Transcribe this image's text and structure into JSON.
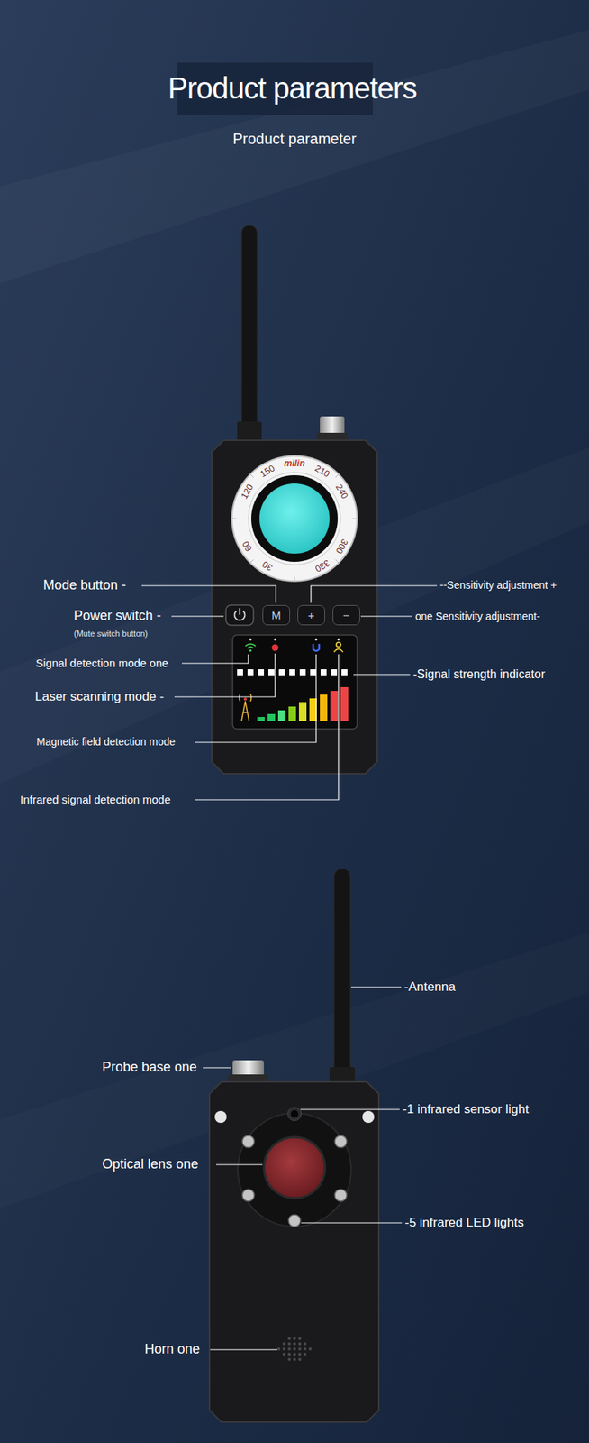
{
  "diagram": {
    "title": "Product parameters",
    "nodes": [
      {
        "text": [
          "M"
        ]
      },
      {
        "text": [
          "+"
        ]
      },
      {
        "text": [
          "−"
        ]
      }
    ],
    "labels": [
      "Product parameter",
      "Mode button -",
      "Power switch -",
      "(Mute switch button)",
      "Signal detection mode one",
      "Laser scanning mode -",
      "Magnetic field detection mode",
      "Infrared signal detection mode",
      "--Sensitivity adjustment +",
      "one Sensitivity adjustment-",
      "-Signal strength indicator",
      "-Antenna",
      "Probe base one",
      "-1 infrared sensor light",
      "Optical lens one",
      "-5 infrared LED lights",
      "Horn one",
      "milin",
      "120",
      "150",
      "210",
      "240",
      "300",
      "330",
      "30",
      "60"
    ]
  }
}
